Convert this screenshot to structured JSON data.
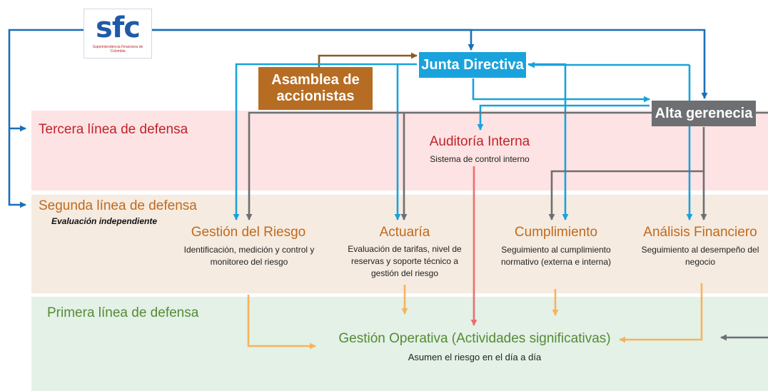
{
  "logo": {
    "text": "sfc",
    "subtitle": "Superintendencia Financiera de Colombia",
    "colors": {
      "blue": "#1f5aa8",
      "red": "#c0232b"
    }
  },
  "governance": {
    "asamblea": "Asamblea de accionistas",
    "junta": "Junta Directiva",
    "alta_gerencia": "Alta gerenecia"
  },
  "lines": {
    "third": {
      "label": "Tercera línea de defensa",
      "unit": {
        "title": "Auditoría Interna",
        "desc": "Sistema de control interno"
      }
    },
    "second": {
      "label": "Segunda línea de defensa",
      "sublabel": "Evaluación independiente",
      "units": [
        {
          "title": "Gestión del Riesgo",
          "desc": "Identificación, medición y control y monitoreo del riesgo"
        },
        {
          "title": "Actuaría",
          "desc": "Evaluación de tarifas, nivel de reservas y soporte técnico a gestión del riesgo"
        },
        {
          "title": "Cumplimiento",
          "desc": "Seguimiento al cumplimiento normativo (externa e interna)"
        },
        {
          "title": "Análisis Financiero",
          "desc": "Seguimiento al desempeño del negocio"
        }
      ]
    },
    "first": {
      "label": "Primera línea de defensa",
      "unit": {
        "title": "Gestión Operativa (Actividades significativas)",
        "desc": "Asumen el riesgo en el día a día"
      }
    }
  },
  "colors": {
    "sfc_blue": "#1a6fb8",
    "junta_blue": "#1aa2dc",
    "gray": "#6d6f72",
    "brown": "#8a5a24",
    "audit_red": "#ec6e6e",
    "ops_orange": "#f7b35c",
    "band_third": "#fde3e3",
    "band_second": "#f5ebe1",
    "band_first": "#e3f1e7"
  }
}
